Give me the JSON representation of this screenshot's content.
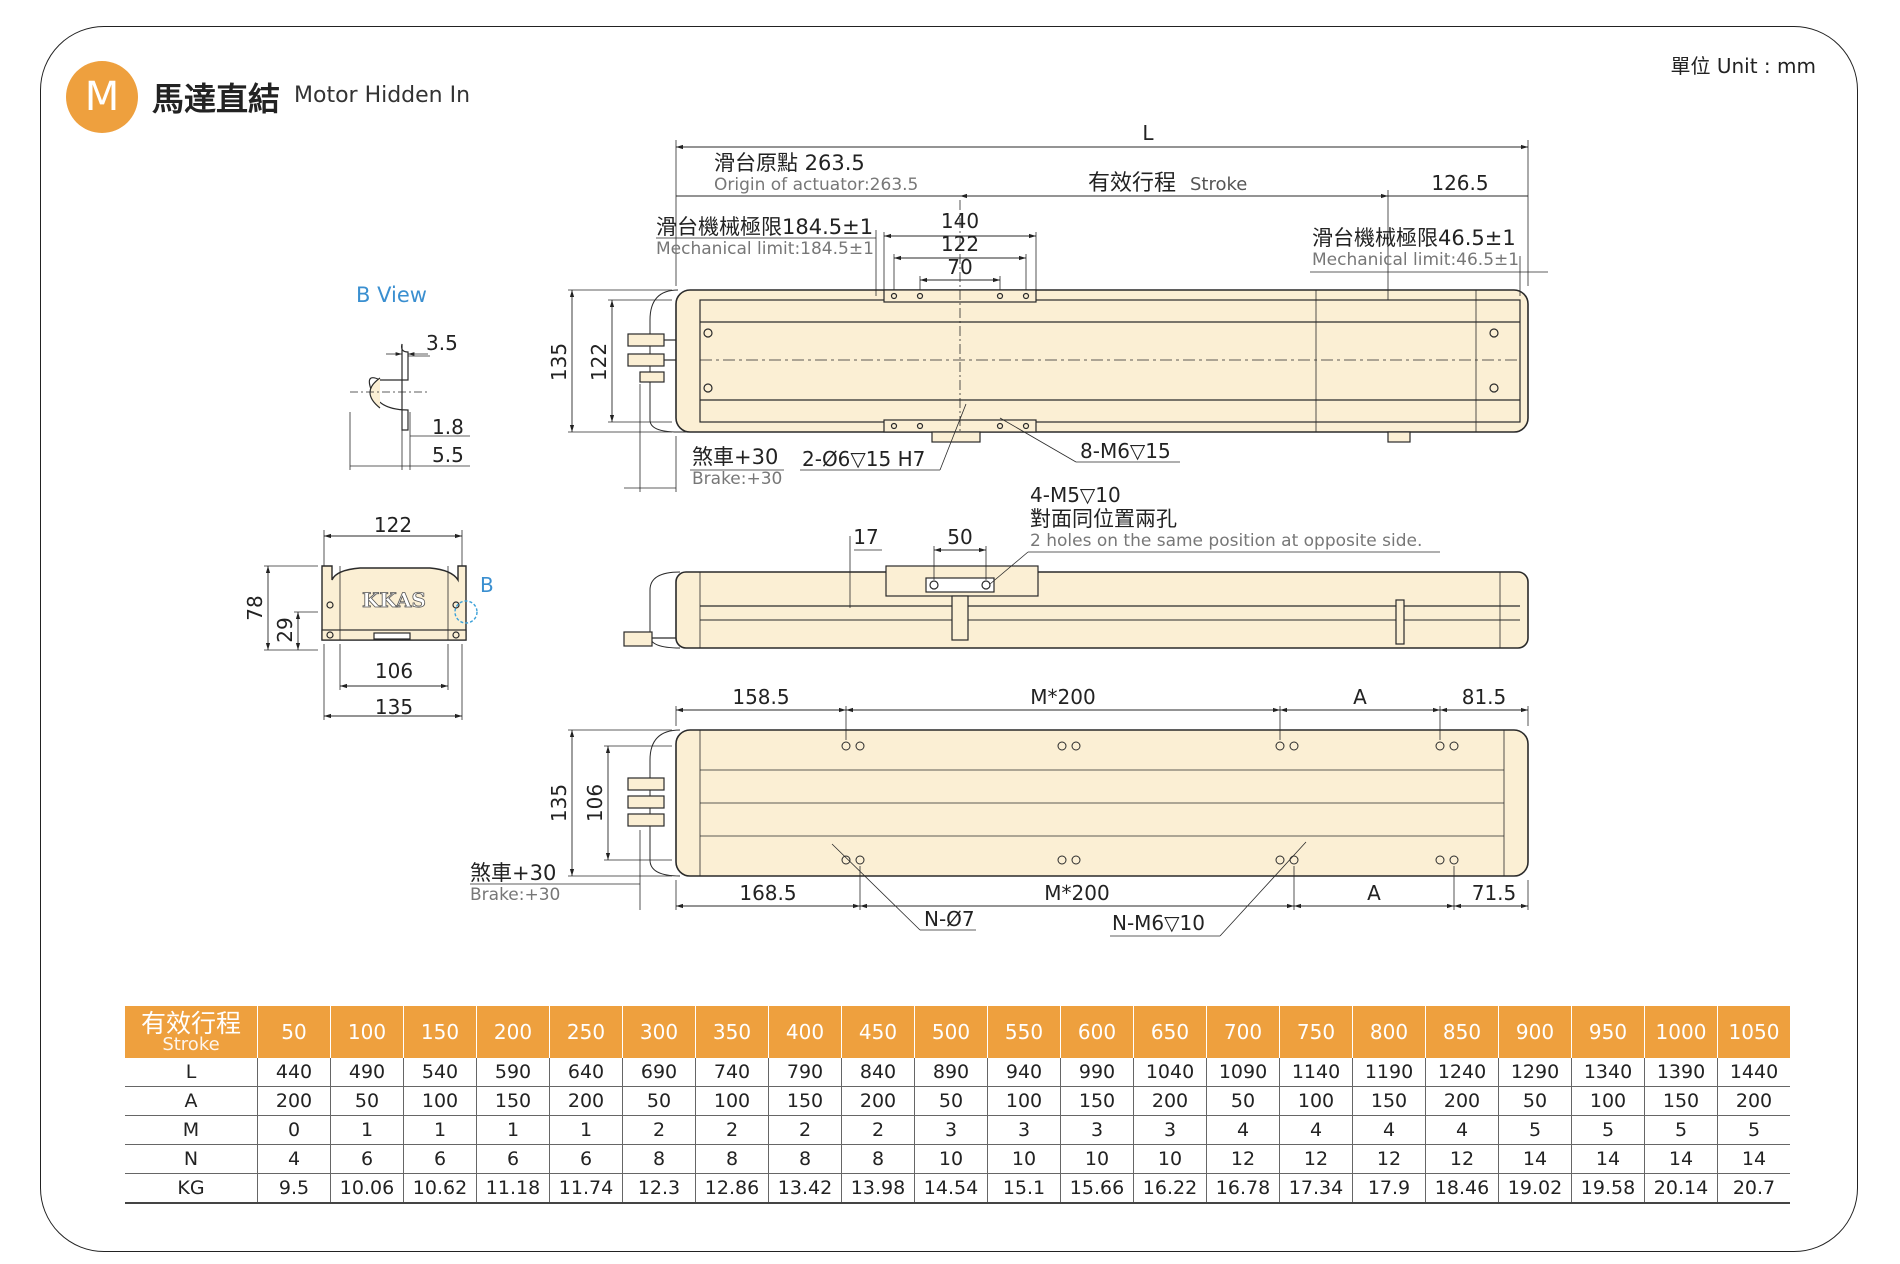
{
  "header": {
    "badge": "M",
    "title_zh": "馬達直結",
    "title_en": "Motor Hidden In",
    "unit": "單位 Unit : mm"
  },
  "colors": {
    "accent": "#eea03e",
    "body": "#fbefd4",
    "line": "#2a2a2a"
  },
  "top_view": {
    "L": "L",
    "origin_zh": "滑台原點 263.5",
    "origin_en": "Origin of actuator:263.5",
    "stroke_zh": "有效行程",
    "stroke_en": "Stroke",
    "right_end": "126.5",
    "mech_left_zh": "滑台機械極限184.5±1",
    "mech_left_en": "Mechanical limit:184.5±1",
    "mech_right_zh": "滑台機械極限46.5±1",
    "mech_right_en": "Mechanical limit:46.5±1",
    "d140": "140",
    "d122": "122",
    "d70": "70",
    "h135": "135",
    "h122": "122",
    "brake_zh": "煞車+30",
    "brake_en": "Brake:+30",
    "pin": "2-Ø6▽15 H7",
    "tap": "8-M6▽15"
  },
  "b_view": {
    "label": "B View",
    "d35": "3.5",
    "d18": "1.8",
    "d55": "5.5"
  },
  "side_view": {
    "hole_zh": "4-M5▽10",
    "hole_zh2": "對面同位置兩孔",
    "hole_en": "2 holes on the same position at opposite side.",
    "d17": "17",
    "d50": "50"
  },
  "end_view": {
    "w122": "122",
    "w106": "106",
    "w135": "135",
    "h78": "78",
    "h29": "29",
    "logo": "KKAS",
    "b": "B"
  },
  "bottom_view": {
    "t1": "158.5",
    "t2": "M*200",
    "t3": "A",
    "t4": "81.5",
    "b1": "168.5",
    "b2": "M*200",
    "b3": "A",
    "b4": "71.5",
    "h135": "135",
    "h106": "106",
    "brake_zh": "煞車+30",
    "brake_en": "Brake:+30",
    "n7": "N-Ø7",
    "nm6": "N-M6▽10"
  },
  "table": {
    "head_zh": "有效行程",
    "head_en": "Stroke",
    "strokes": [
      "50",
      "100",
      "150",
      "200",
      "250",
      "300",
      "350",
      "400",
      "450",
      "500",
      "550",
      "600",
      "650",
      "700",
      "750",
      "800",
      "850",
      "900",
      "950",
      "1000",
      "1050"
    ],
    "rows": [
      {
        "label": "L",
        "values": [
          "440",
          "490",
          "540",
          "590",
          "640",
          "690",
          "740",
          "790",
          "840",
          "890",
          "940",
          "990",
          "1040",
          "1090",
          "1140",
          "1190",
          "1240",
          "1290",
          "1340",
          "1390",
          "1440"
        ]
      },
      {
        "label": "A",
        "values": [
          "200",
          "50",
          "100",
          "150",
          "200",
          "50",
          "100",
          "150",
          "200",
          "50",
          "100",
          "150",
          "200",
          "50",
          "100",
          "150",
          "200",
          "50",
          "100",
          "150",
          "200"
        ]
      },
      {
        "label": "M",
        "values": [
          "0",
          "1",
          "1",
          "1",
          "1",
          "2",
          "2",
          "2",
          "2",
          "3",
          "3",
          "3",
          "3",
          "4",
          "4",
          "4",
          "4",
          "5",
          "5",
          "5",
          "5"
        ]
      },
      {
        "label": "N",
        "values": [
          "4",
          "6",
          "6",
          "6",
          "6",
          "8",
          "8",
          "8",
          "8",
          "10",
          "10",
          "10",
          "10",
          "12",
          "12",
          "12",
          "12",
          "14",
          "14",
          "14",
          "14"
        ]
      },
      {
        "label": "KG",
        "values": [
          "9.5",
          "10.06",
          "10.62",
          "11.18",
          "11.74",
          "12.3",
          "12.86",
          "13.42",
          "13.98",
          "14.54",
          "15.1",
          "15.66",
          "16.22",
          "16.78",
          "17.34",
          "17.9",
          "18.46",
          "19.02",
          "19.58",
          "20.14",
          "20.7"
        ]
      }
    ]
  }
}
